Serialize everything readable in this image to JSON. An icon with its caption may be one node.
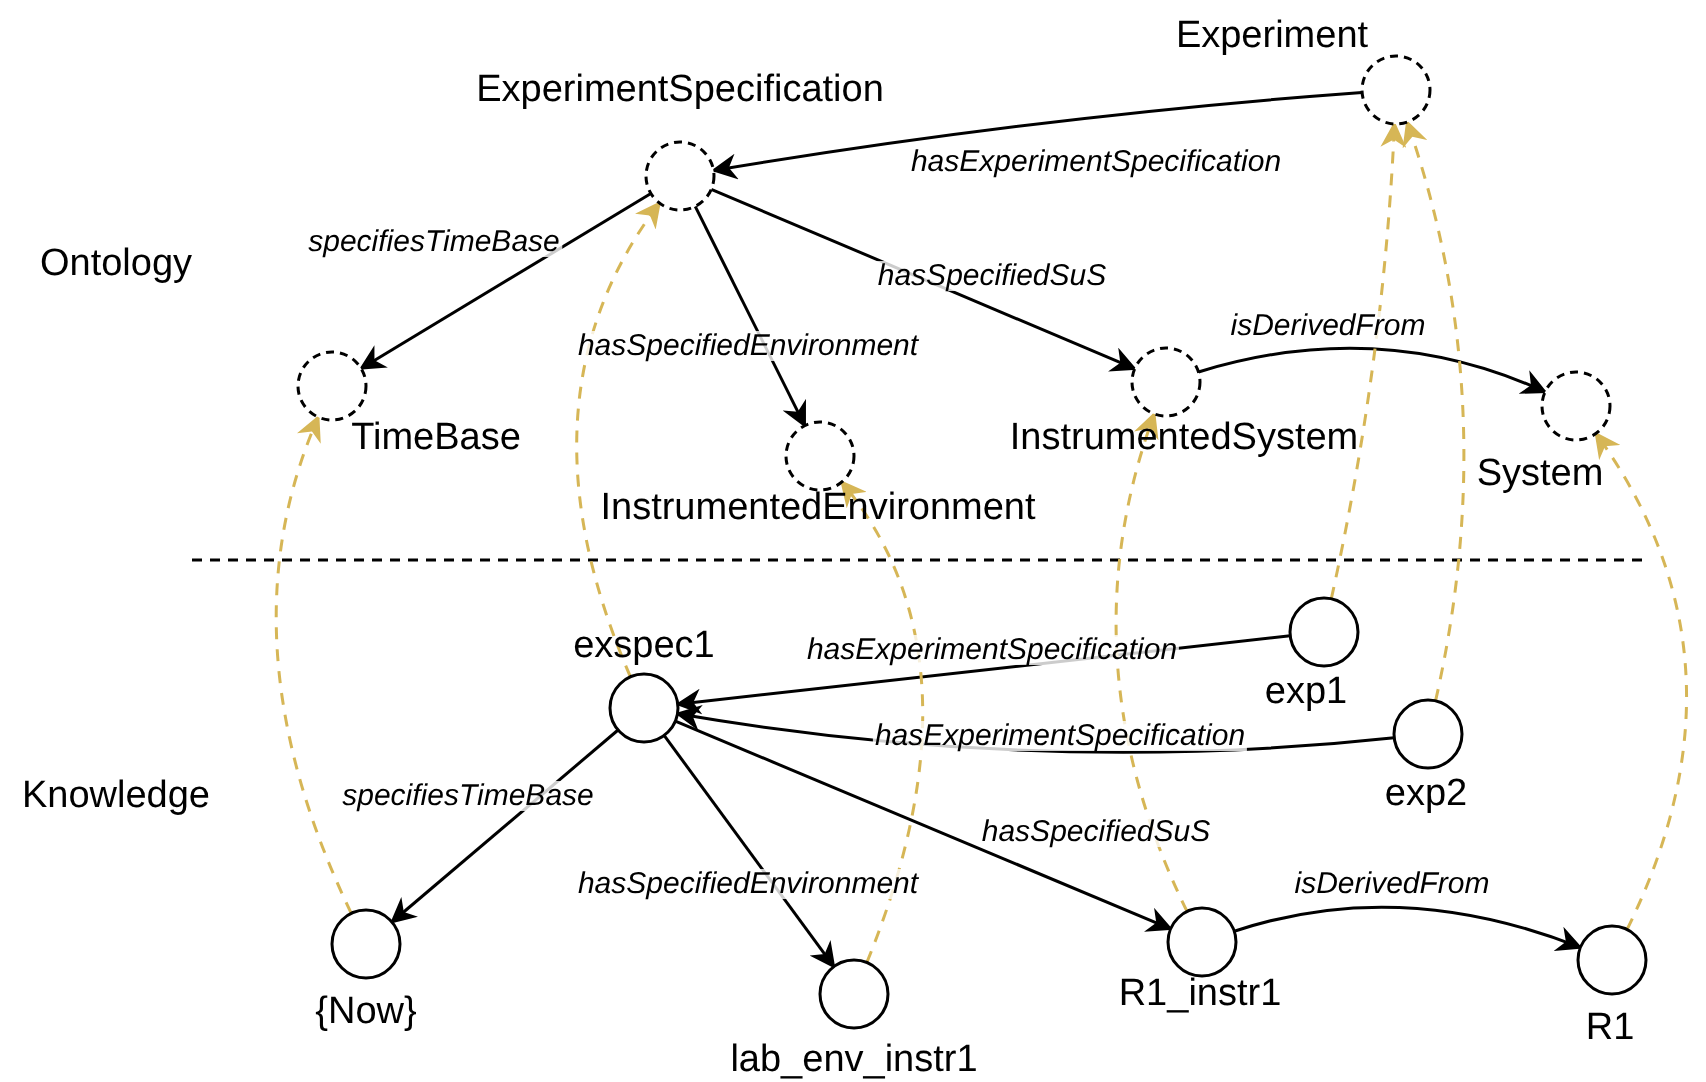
{
  "diagram": {
    "nodes": [
      {
        "text": [],
        "shape": "circle",
        "beside": [
          "Experiment"
        ]
      },
      {
        "text": [],
        "shape": "circle",
        "beside": [
          "ExperimentSpecification"
        ]
      },
      {
        "text": [],
        "shape": "circle",
        "beside": [
          "TimeBase"
        ]
      },
      {
        "text": [],
        "shape": "circle",
        "beside": [
          "InstrumentedEnvironment"
        ]
      },
      {
        "text": [],
        "shape": "circle",
        "beside": [
          "InstrumentedSystem"
        ]
      },
      {
        "text": [],
        "shape": "circle",
        "beside": [
          "System"
        ]
      },
      {
        "text": [],
        "shape": "circle",
        "beside": [
          "exp1"
        ]
      },
      {
        "text": [],
        "shape": "circle",
        "beside": [
          "exspec1"
        ]
      },
      {
        "text": [],
        "shape": "circle",
        "beside": [
          "exp2"
        ]
      },
      {
        "text": [],
        "shape": "circle",
        "beside": [
          "{Now}"
        ]
      },
      {
        "text": [],
        "shape": "circle",
        "beside": [
          "lab_env_instr1"
        ]
      },
      {
        "text": [],
        "shape": "circle",
        "beside": [
          "R1_instr1"
        ]
      },
      {
        "text": [],
        "shape": "circle",
        "beside": [
          "R1"
        ]
      }
    ],
    "edges": [
      {
        "from": 0,
        "to": 1,
        "arrow": "to",
        "label": "hasExperimentSpecification"
      },
      {
        "from": 1,
        "to": 2,
        "arrow": "to",
        "label": "specifiesTimeBase"
      },
      {
        "from": 1,
        "to": 3,
        "arrow": "to",
        "label": "hasSpecifiedEnvironment"
      },
      {
        "from": 1,
        "to": 4,
        "arrow": "to",
        "label": "hasSpecifiedSuS"
      },
      {
        "from": 4,
        "to": 5,
        "arrow": "to",
        "label": "isDerivedFrom"
      },
      {
        "from": 6,
        "to": 7,
        "arrow": "to",
        "label": "hasExperimentSpecification"
      },
      {
        "from": 8,
        "to": 7,
        "arrow": "to",
        "label": "hasExperimentSpecification"
      },
      {
        "from": 7,
        "to": 9,
        "arrow": "to",
        "label": "specifiesTimeBase"
      },
      {
        "from": 7,
        "to": 10,
        "arrow": "to",
        "label": "hasSpecifiedEnvironment"
      },
      {
        "from": 7,
        "to": 11,
        "arrow": "to",
        "label": "hasSpecifiedSuS"
      },
      {
        "from": 11,
        "to": 12,
        "arrow": "to",
        "label": "isDerivedFrom"
      },
      {
        "from": 9,
        "to": 2,
        "arrow": "to",
        "style": "dashed",
        "color": "#d6b656"
      },
      {
        "from": 7,
        "to": 1,
        "arrow": "to",
        "style": "dashed",
        "color": "#d6b656"
      },
      {
        "from": 10,
        "to": 3,
        "arrow": "to",
        "style": "dashed",
        "color": "#d6b656"
      },
      {
        "from": 11,
        "to": 4,
        "arrow": "to",
        "style": "dashed",
        "color": "#d6b656"
      },
      {
        "from": 6,
        "to": 0,
        "arrow": "to",
        "style": "dashed",
        "color": "#d6b656"
      },
      {
        "from": 8,
        "to": 0,
        "arrow": "to",
        "style": "dashed",
        "color": "#d6b656"
      },
      {
        "from": 12,
        "to": 5,
        "arrow": "to",
        "style": "dashed",
        "color": "#d6b656"
      }
    ],
    "labels": [
      "Ontology",
      "Knowledge"
    ]
  }
}
